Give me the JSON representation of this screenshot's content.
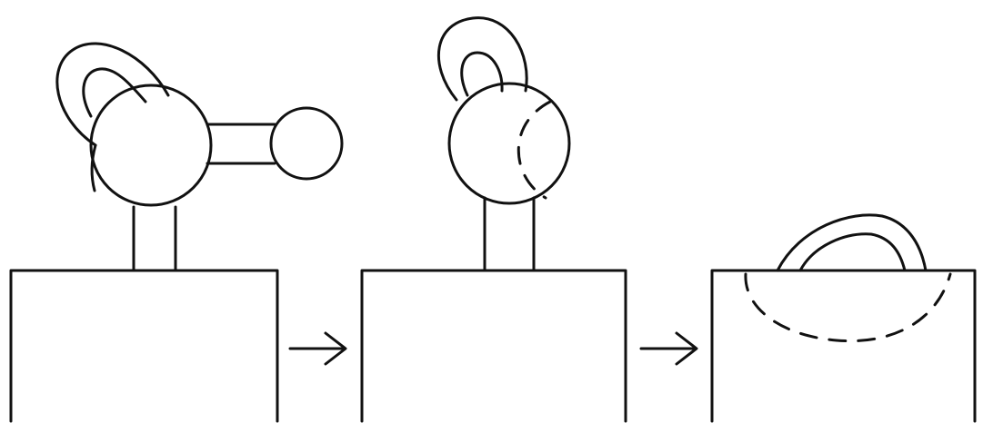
{
  "diagram": {
    "description_free": true,
    "colors": {
      "ink": "#111111",
      "background": "#ffffff"
    },
    "panels": [
      {
        "id": "stage-1",
        "state": "base-with-post-ball-and-arm"
      },
      {
        "id": "stage-2",
        "state": "base-with-post-and-ball"
      },
      {
        "id": "stage-3",
        "state": "base-only-with-buried-loop"
      }
    ],
    "transitions": [
      {
        "from": "stage-1",
        "to": "stage-2",
        "glyph": "arrow-right"
      },
      {
        "from": "stage-2",
        "to": "stage-3",
        "glyph": "arrow-right"
      }
    ]
  }
}
